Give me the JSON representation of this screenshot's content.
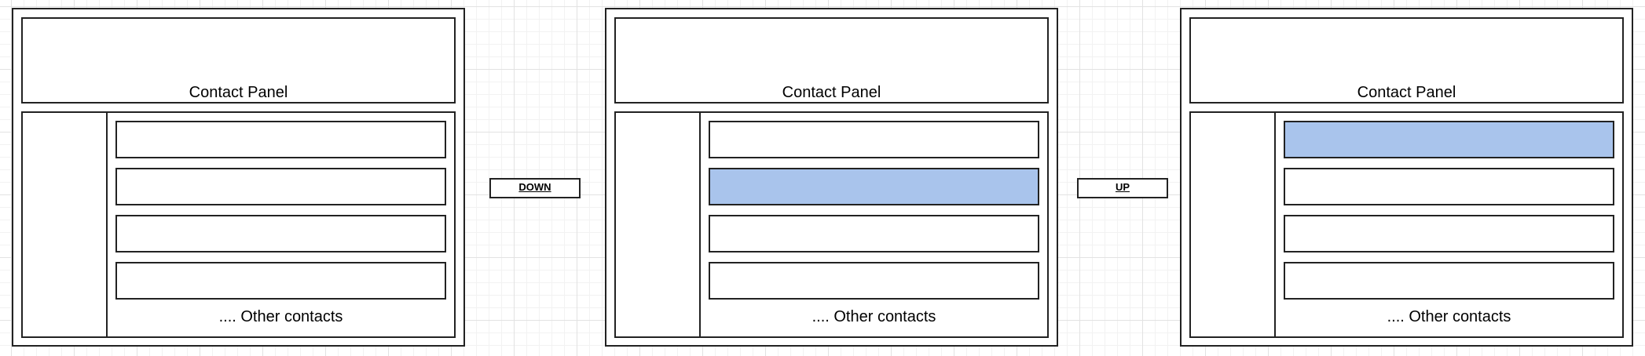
{
  "frames": [
    {
      "panel_label": "Contact Panel",
      "other_contacts_label": ".... Other contacts",
      "rows": [
        {
          "selected": false
        },
        {
          "selected": false
        },
        {
          "selected": false
        },
        {
          "selected": false
        }
      ]
    },
    {
      "panel_label": "Contact Panel",
      "other_contacts_label": ".... Other contacts",
      "rows": [
        {
          "selected": false
        },
        {
          "selected": true
        },
        {
          "selected": false
        },
        {
          "selected": false
        }
      ]
    },
    {
      "panel_label": "Contact Panel",
      "other_contacts_label": ".... Other contacts",
      "rows": [
        {
          "selected": true
        },
        {
          "selected": false
        },
        {
          "selected": false
        },
        {
          "selected": false
        }
      ]
    }
  ],
  "transitions": [
    {
      "label": "DOWN"
    },
    {
      "label": "UP"
    }
  ],
  "colors": {
    "selected_row": "#a9c4ec",
    "border": "#222222",
    "grid_major": "#e2e2e2",
    "grid_minor": "#f2f2f2"
  }
}
